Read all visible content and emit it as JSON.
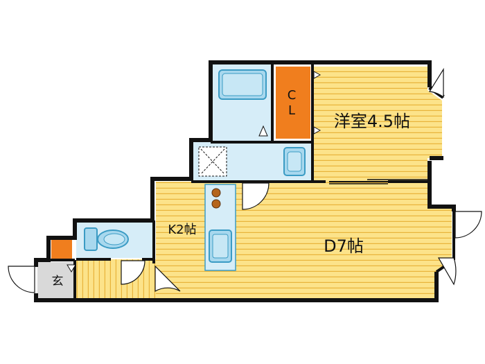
{
  "rooms": {
    "western_room": "洋室4.5帖",
    "dining": "D7帖",
    "kitchen": "K2帖",
    "entrance": "玄",
    "closet": {
      "line1": "C",
      "line2": "L"
    }
  },
  "colors": {
    "floor": "#fce38a",
    "floor_stripe": "#e8b33a",
    "wet_area": "#d6edf8",
    "fixture": "#a8d8ee",
    "fixture_stroke": "#3a9bc4",
    "closet": "#f07e1e",
    "wall": "#111111",
    "entrance_floor": "#d9d9d9"
  }
}
